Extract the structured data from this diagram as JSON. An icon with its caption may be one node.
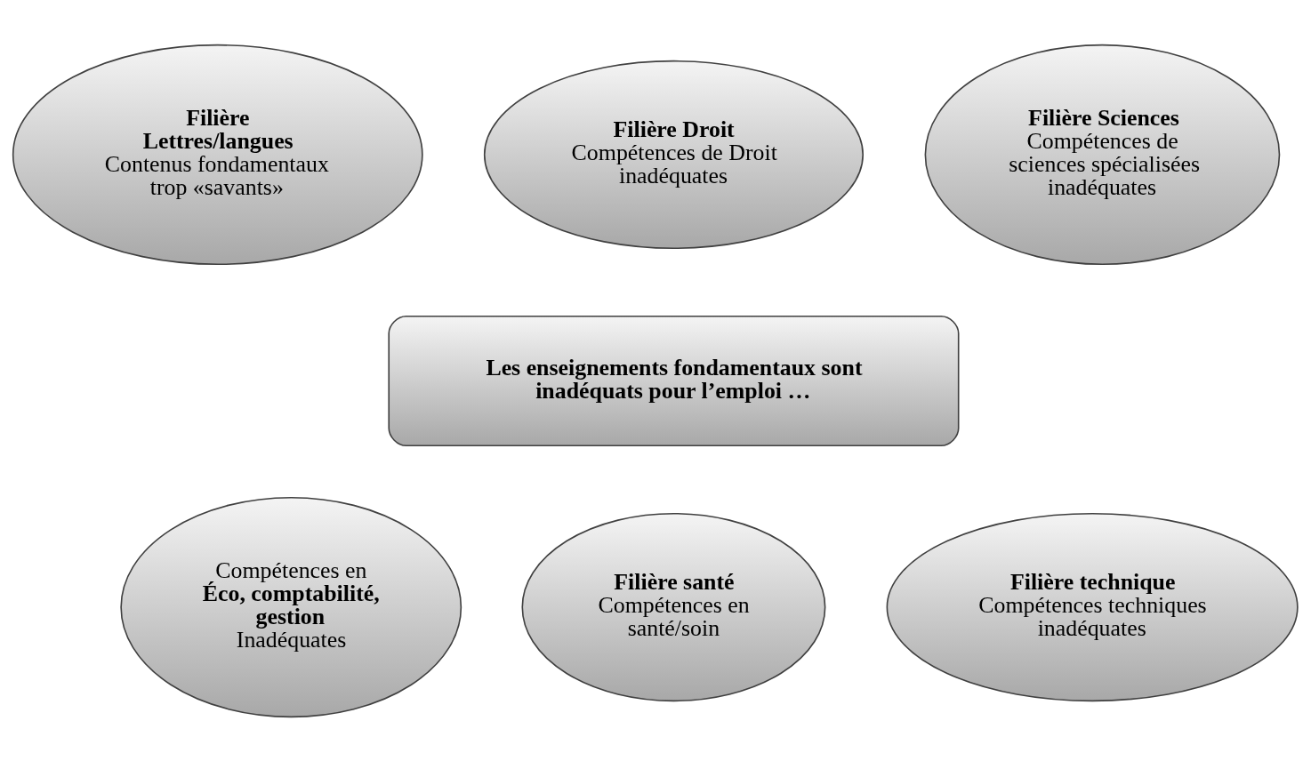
{
  "diagram": {
    "nodes": [
      {
        "text": [
          "Filière Lettres/langues",
          "Contenus fondamentaux trop «savants»"
        ]
      },
      {
        "text": [
          "Filière Droit",
          "Compétences de Droit inadéquates"
        ]
      },
      {
        "text": [
          "Filière Sciences",
          "Compétences de sciences spécialisées inadéquates"
        ]
      },
      {
        "text": [
          "Les enseignements fondamentaux sont inadéquats pour l’emploi …"
        ]
      },
      {
        "text": [
          "Compétences en",
          "Éco, comptabilité, gestion",
          "Inadéquates"
        ]
      },
      {
        "text": [
          "Filière santé",
          "Compétences en santé/soin"
        ]
      },
      {
        "text": [
          "Filière technique",
          "Compétences techniques inadéquates"
        ]
      }
    ],
    "edges": []
  }
}
